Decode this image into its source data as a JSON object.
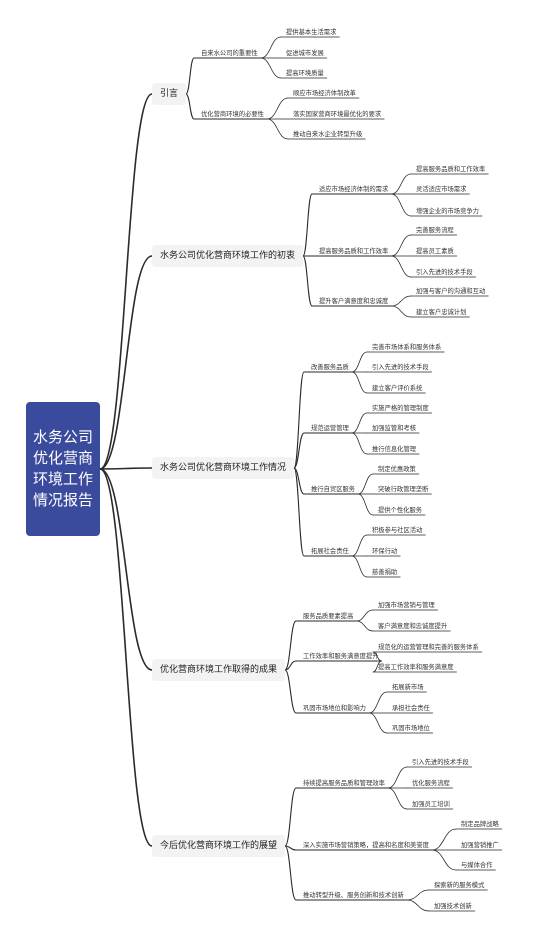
{
  "root": "水务公司优化营商环境工作情况报告",
  "branches": [
    {
      "title": "引言",
      "subs": [
        {
          "title": "自来水公司的重要性",
          "leaves": [
            "提供基本生活需求",
            "促进城市发展",
            "提高环境质量"
          ]
        },
        {
          "title": "优化营商环境的必要性",
          "leaves": [
            "顺应市场经济体制改革",
            "落实国家营商环境最优化的要求",
            "推动自来水企业转型升级"
          ]
        }
      ]
    },
    {
      "title": "水务公司优化营商环境工作的初衷",
      "subs": [
        {
          "title": "适应市场经济体制的需求",
          "leaves": [
            "提高服务品质和工作效率",
            "灵活适应市场需求",
            "增强企业的市场竞争力"
          ]
        },
        {
          "title": "提高服务品质和工作效率",
          "leaves": [
            "完善服务流程",
            "提高员工素质",
            "引入先进的技术手段"
          ]
        },
        {
          "title": "提升客户满意度和忠诚度",
          "leaves": [
            "加强与客户的沟通和互动",
            "建立客户忠诚计划"
          ]
        }
      ]
    },
    {
      "title": "水务公司优化营商环境工作情况",
      "subs": [
        {
          "title": "改善服务品质",
          "leaves": [
            "完善市场体系和服务体系",
            "引入先进的技术手段",
            "建立客户评价系统"
          ]
        },
        {
          "title": "规范运营管理",
          "leaves": [
            "实施严格的管理制度",
            "加强监管和考核",
            "推行信息化管理"
          ]
        },
        {
          "title": "推行自贸区服务",
          "leaves": [
            "制定优惠政策",
            "突破行政管理垄断",
            "提供个性化服务"
          ]
        },
        {
          "title": "拓展社会责任",
          "leaves": [
            "积极参与社区活动",
            "环保行动",
            "慈善捐助"
          ]
        }
      ]
    },
    {
      "title": "优化营商环境工作取得的成果",
      "subs": [
        {
          "title": "服务品质要素提高",
          "leaves": [
            "加强市场营销与管理",
            "客户满意度和忠诚度提升"
          ]
        },
        {
          "title": "工作效率和服务满意度提升",
          "leaves": [
            "规范化的运营管理和完善的服务体系",
            "提高工作效率和服务满意度"
          ]
        },
        {
          "title": "巩固市场地位和影响力",
          "leaves": [
            "拓展新市场",
            "承担社会责任",
            "巩固市场地位"
          ]
        }
      ]
    },
    {
      "title": "今后优化营商环境工作的展望",
      "subs": [
        {
          "title": "持续提高服务品质和管理效率",
          "leaves": [
            "引入先进的技术手段",
            "优化服务流程",
            "加强员工培训"
          ]
        },
        {
          "title": "深入实施市场营销策略，提高和名度和美誉度",
          "leaves": [
            "制定品牌战略",
            "加强营销推广",
            "与媒体合作"
          ]
        },
        {
          "title": "推动转型升级、服务创新和技术创新",
          "leaves": [
            "探索新的服务模式",
            "加强技术创新"
          ]
        }
      ]
    }
  ],
  "colors": {
    "root_fill": "#3a4a9c",
    "root_text": "#ffffff",
    "line": "#2a2a2a",
    "main_fill": "#f3f3f4"
  }
}
